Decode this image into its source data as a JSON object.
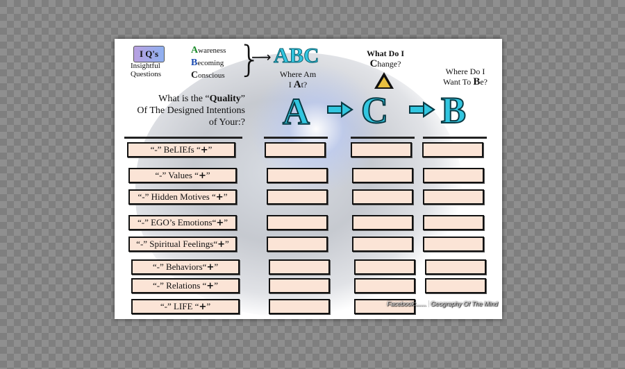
{
  "header": {
    "iq_box": "I Q's",
    "iq_lines": [
      "Insightful",
      "Questions"
    ],
    "awareness": [
      {
        "cap": "A",
        "rest": "wareness"
      },
      {
        "cap": "B",
        "rest": "ecoming"
      },
      {
        "cap": "C",
        "rest": "onscious"
      }
    ],
    "abc": "ABC",
    "where_am": {
      "line1": "Where Am",
      "line2_pre": "I ",
      "line2_big": "A",
      "line2_post": "t?"
    },
    "what_change": {
      "line1": "What Do I",
      "big": "C",
      "rest": "hange?"
    },
    "where_do": {
      "line1": "Where Do I",
      "line2_pre": "Want To ",
      "line2_big": "B",
      "line2_post": "e?"
    },
    "quality": {
      "pre": "What is the “",
      "bold": "Quality",
      "post": "”",
      "line2": "Of The Designed Intentions",
      "line3": "of Your:?"
    }
  },
  "letters": {
    "a": "A",
    "c": "C",
    "b": "B"
  },
  "rows": [
    {
      "pre": "“-” BeLIEfs “",
      "plus": "+",
      "post": "”"
    },
    {
      "pre": "“-” Values “",
      "plus": "+",
      "post": "”"
    },
    {
      "pre": "“-” Hidden Motives “",
      "plus": "+",
      "post": "”"
    },
    {
      "pre": "“-” EGO’s Emotions“",
      "plus": "+",
      "post": "”"
    },
    {
      "pre": "“-” Spiritual Feelings“",
      "plus": "+",
      "post": "”"
    },
    {
      "pre": "“-” Behaviors“",
      "plus": "+",
      "post": "”"
    },
    {
      "pre": "“-” Relations “",
      "plus": "+",
      "post": "”"
    },
    {
      "pre": "“-” LIFE “",
      "plus": "+",
      "post": "”"
    }
  ],
  "credit": {
    "left": "Facebook:",
    "dots": "......",
    "right": "Geography Of The Mind"
  },
  "colors": {
    "accent": "#32c6e0",
    "cell_fill": "#fbe4d6"
  }
}
